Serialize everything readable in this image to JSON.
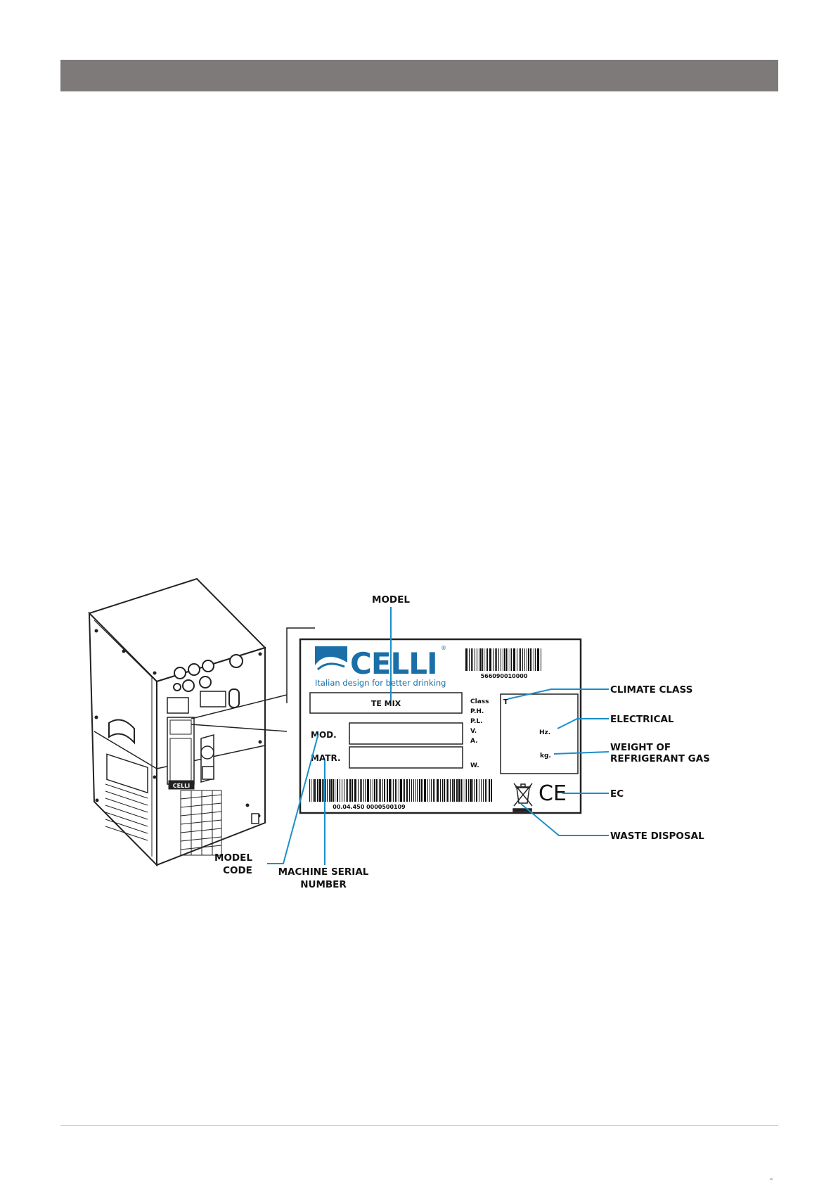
{
  "page": {
    "header_band_color": "#7f7a7a",
    "leader_color": "#1a8fc9"
  },
  "plate": {
    "brand": "CELLI",
    "brand_mark": "®",
    "tagline": "Italian design for better drinking",
    "top_barcode_number": "566090010000",
    "model_value": "TE MIX",
    "mod_label": "MOD.",
    "matr_label": "MATR.",
    "spec_labels": [
      "Class",
      "P.H.",
      "P.L.",
      "V.",
      "A.",
      "W."
    ],
    "climate_value": "T",
    "hz_label": "Hz.",
    "kg_label": "kg.",
    "bottom_barcode_number": "00.04.450 0000500109",
    "ce_mark": "CE",
    "weee_icon": "crossed-out-bin-icon"
  },
  "machine": {
    "badge": "CELLI"
  },
  "callouts": {
    "model": "MODEL",
    "climate_class": "CLIMATE CLASS",
    "electrical": "ELECTRICAL",
    "weight_line1": "WEIGHT OF",
    "weight_line2": "REFRIGERANT GAS",
    "ec": "EC",
    "waste_disposal": "WASTE DISPOSAL",
    "model_code_line1": "MODEL",
    "model_code_line2": "CODE",
    "serial_line1": "MACHINE SERIAL",
    "serial_line2": "NUMBER"
  }
}
